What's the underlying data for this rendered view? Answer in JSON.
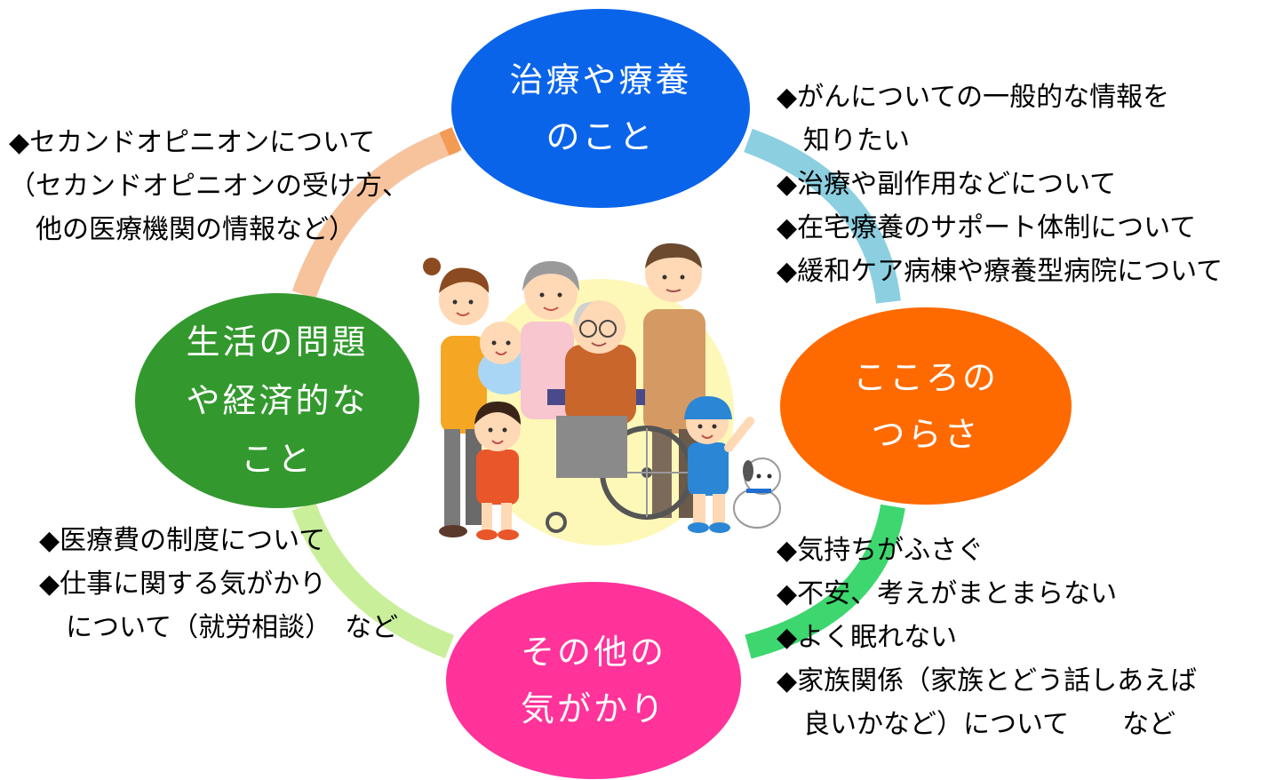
{
  "nodes": {
    "top": {
      "lines": [
        "治療や療養",
        "のこと"
      ],
      "color": "#0a64ea"
    },
    "right": {
      "lines": [
        "こころの",
        "つらさ"
      ],
      "color": "#ff6a00"
    },
    "bottom": {
      "lines": [
        "その他の",
        "気がかり"
      ],
      "color": "#ff3399"
    },
    "left": {
      "lines": [
        "生活の問題",
        "や経済的な",
        "こと"
      ],
      "color": "#33992e"
    }
  },
  "notes": {
    "treatment": [
      "◆がんについての一般的な情報を",
      "　知りたい",
      "◆治療や副作用などについて",
      "◆在宅療養のサポート体制について",
      "◆緩和ケア病棟や療養型病院について"
    ],
    "second_opinion": [
      "◆セカンドオピニオンについて",
      "（セカンドオピニオンの受け方、",
      "　他の医療機関の情報など）"
    ],
    "life": [
      "◆医療費の制度について",
      "◆仕事に関する気がかり",
      "　について（就労相談）　など"
    ],
    "mind": [
      "◆気持ちがふさぐ",
      "◆不安、考えがまとまらない",
      "◆よく眠れない",
      "◆家族関係（家族とどう話しあえば",
      "　良いかなど）について　　など"
    ]
  },
  "arc_colors": {
    "top_right": "#8ccfe0",
    "right_bottom": "#3dd66f",
    "bottom_left": "#c9ef9a",
    "left_top": "#f7c39d"
  },
  "illustration": {
    "icon": "family-with-wheelchair-illustration"
  }
}
